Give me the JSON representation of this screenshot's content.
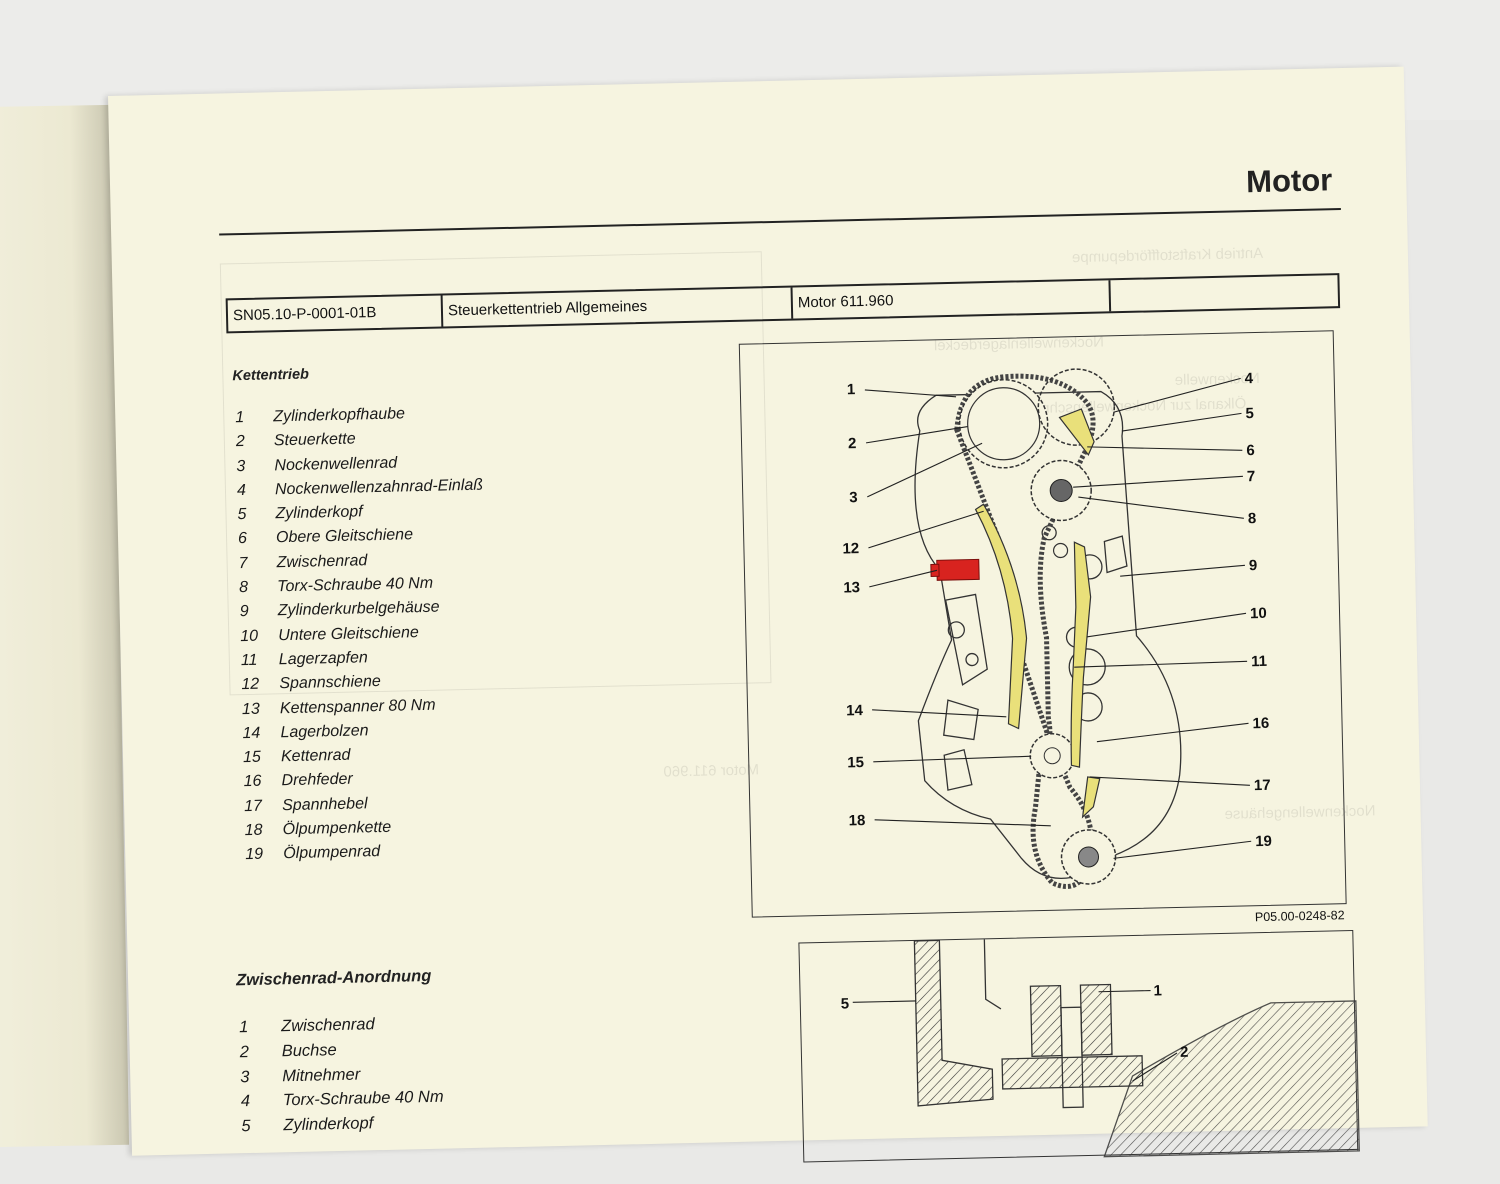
{
  "page": {
    "title": "Motor"
  },
  "header": {
    "doc_code": "SN05.10-P-0001-01B",
    "subject": "Steuerkettentrieb Allgemeines",
    "engine": "Motor 611.960"
  },
  "section1": {
    "title": "Kettentrieb",
    "items": [
      {
        "num": "1",
        "label": "Zylinderkopfhaube"
      },
      {
        "num": "2",
        "label": "Steuerkette"
      },
      {
        "num": "3",
        "label": "Nockenwellenrad"
      },
      {
        "num": "4",
        "label": "Nockenwellenzahnrad-Einlaß"
      },
      {
        "num": "5",
        "label": "Zylinderkopf"
      },
      {
        "num": "6",
        "label": "Obere Gleitschiene"
      },
      {
        "num": "7",
        "label": "Zwischenrad"
      },
      {
        "num": "8",
        "label": "Torx-Schraube 40 Nm"
      },
      {
        "num": "9",
        "label": "Zylinderkurbelgehäuse"
      },
      {
        "num": "10",
        "label": "Untere Gleitschiene"
      },
      {
        "num": "11",
        "label": "Lagerzapfen"
      },
      {
        "num": "12",
        "label": "Spannschiene"
      },
      {
        "num": "13",
        "label": "Kettenspanner 80 Nm"
      },
      {
        "num": "14",
        "label": "Lagerbolzen"
      },
      {
        "num": "15",
        "label": "Kettenrad"
      },
      {
        "num": "16",
        "label": "Drehfeder"
      },
      {
        "num": "17",
        "label": "Spannhebel"
      },
      {
        "num": "18",
        "label": "Ölpumpenkette"
      },
      {
        "num": "19",
        "label": "Ölpumpenrad"
      }
    ]
  },
  "figure1": {
    "code": "P05.00-0248-82",
    "callouts_left": [
      "1",
      "2",
      "3",
      "12",
      "13",
      "14",
      "15",
      "18"
    ],
    "callouts_right": [
      "4",
      "5",
      "6",
      "7",
      "8",
      "9",
      "10",
      "11",
      "16",
      "17",
      "19"
    ],
    "highlight_color": "#e9e07a",
    "tensioner_color": "#d8231f"
  },
  "section2": {
    "title": "Zwischenrad-Anordnung",
    "items": [
      {
        "num": "1",
        "label": "Zwischenrad"
      },
      {
        "num": "2",
        "label": "Buchse"
      },
      {
        "num": "3",
        "label": "Mitnehmer"
      },
      {
        "num": "4",
        "label": "Torx-Schraube 40 Nm"
      },
      {
        "num": "5",
        "label": "Zylinderkopf"
      }
    ]
  },
  "figure2": {
    "callouts": [
      "5",
      "1",
      "2"
    ]
  },
  "bleed_through": {
    "lines": [
      "Antrieb Kraftstofffördepumpe",
      "Nockenwellenlagerdeckel",
      "Nockenwelle",
      "Ölkanal zur Nockenwellenschmierung",
      "Motor 611.960",
      "Nockenwellengehäuse"
    ]
  }
}
